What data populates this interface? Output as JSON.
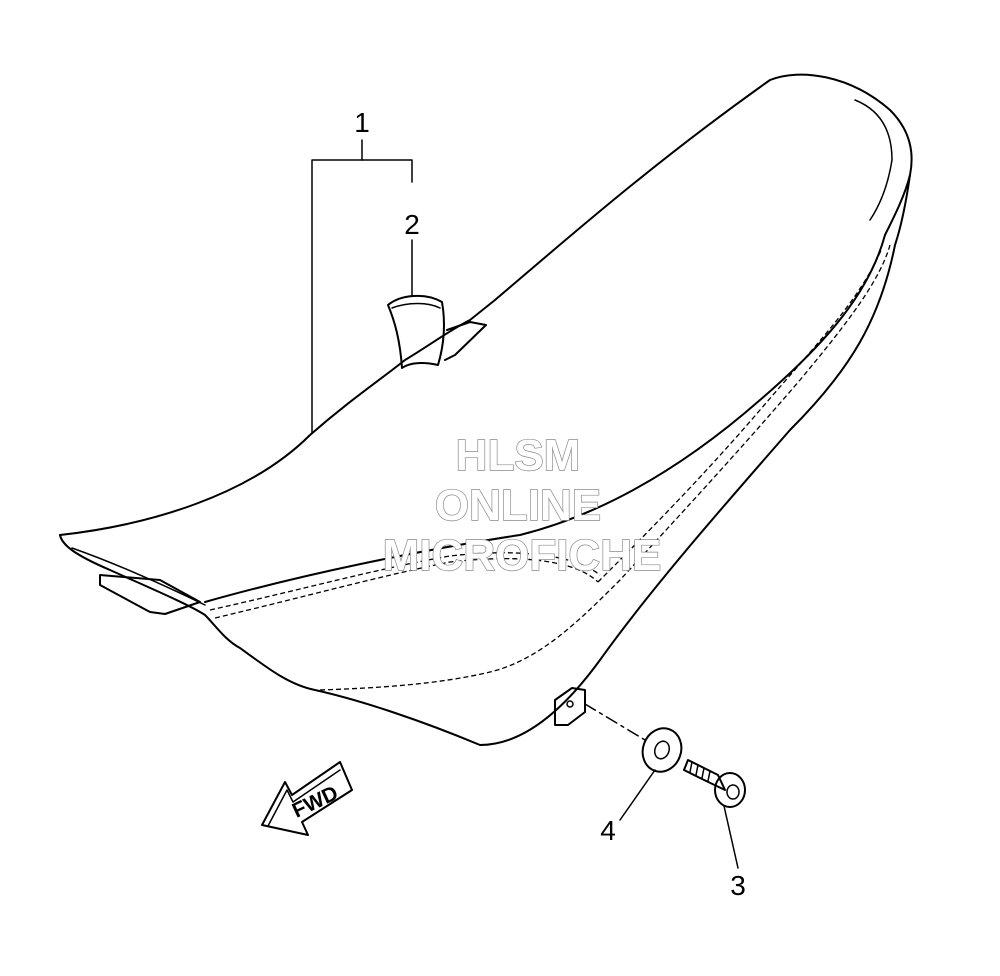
{
  "callouts": {
    "label_1": "1",
    "label_2": "2",
    "label_3": "3",
    "label_4": "4"
  },
  "direction_arrow": {
    "text": "FWD"
  },
  "watermark": {
    "line1": "HLSM",
    "line2": "ONLINE",
    "line3": "MICROFICHE"
  },
  "colors": {
    "line": "#000000",
    "background": "#ffffff",
    "watermark_outline": "#8a8a8a"
  }
}
